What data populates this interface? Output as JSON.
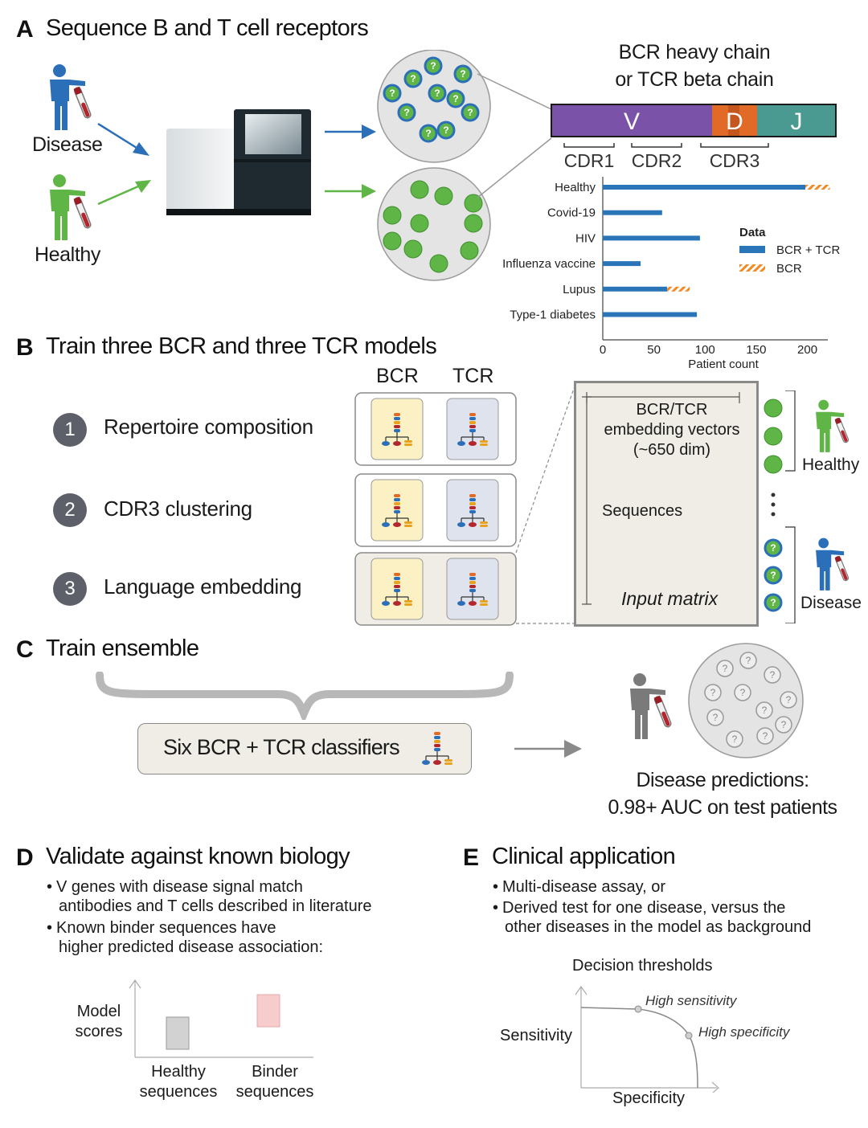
{
  "section_a": {
    "letter": "A",
    "title": "Sequence B and T cell receptors",
    "disease_label": "Disease",
    "healthy_label": "Healthy",
    "chain_title_line1": "BCR heavy chain",
    "chain_title_line2": "or TCR beta chain",
    "segments": [
      "V",
      "D",
      "J"
    ],
    "cdr_labels": [
      "CDR1",
      "CDR2",
      "CDR3"
    ],
    "disease_cell_mark": "?"
  },
  "colors": {
    "v_segment": "#7a52a8",
    "d_segment": "#e06a26",
    "j_segment": "#4b9a91",
    "bar_bcr_tcr": "#2a75b8",
    "bar_bcr": "#f08a24",
    "healthy_green": "#5fb546",
    "disease_blue": "#2a6fb8",
    "model_yellow": "#fbf1c4",
    "model_lavender": "#dfe3ee"
  },
  "chart_data": {
    "type": "bar",
    "orientation": "horizontal",
    "stacked": true,
    "categories": [
      "Healthy",
      "Covid-19",
      "HIV",
      "Influenza vaccine",
      "Lupus",
      "Type-1 diabetes"
    ],
    "series": [
      {
        "name": "BCR + TCR",
        "values": [
          198,
          58,
          95,
          37,
          63,
          92
        ]
      },
      {
        "name": "BCR",
        "values": [
          24,
          0,
          0,
          0,
          22,
          0
        ]
      }
    ],
    "xlabel": "Patient count",
    "ylabel": "",
    "xlim": [
      0,
      220
    ],
    "xticks": [
      0,
      50,
      100,
      150,
      200
    ],
    "legend_title": "Data",
    "legend_placement": "right",
    "grid": false
  },
  "section_b": {
    "letter": "B",
    "title": "Train three BCR and three TCR models",
    "col_bcr": "BCR",
    "col_tcr": "TCR",
    "models": [
      {
        "num": "1",
        "label": "Repertoire composition"
      },
      {
        "num": "2",
        "label": "CDR3 clustering"
      },
      {
        "num": "3",
        "label": "Language embedding"
      }
    ],
    "matrix_line1": "BCR/TCR",
    "matrix_line2": "embedding vectors",
    "matrix_line3": "(~650 dim)",
    "matrix_sequences": "Sequences",
    "matrix_caption": "Input matrix",
    "healthy_label": "Healthy",
    "disease_label": "Disease"
  },
  "section_c": {
    "letter": "C",
    "title": "Train ensemble",
    "classifier_label": "Six BCR + TCR classifiers",
    "prediction_line1": "Disease predictions:",
    "prediction_line2": "0.98+ AUC on test patients"
  },
  "section_d": {
    "letter": "D",
    "title": "Validate against known biology",
    "bullet1_line1": "V genes with disease signal match",
    "bullet1_line2": "antibodies and T cells described in literature",
    "bullet2_line1": "Known binder sequences have",
    "bullet2_line2": "higher predicted disease association:",
    "y_label_line1": "Model",
    "y_label_line2": "scores",
    "bar1_line1": "Healthy",
    "bar1_line2": "sequences",
    "bar2_line1": "Binder",
    "bar2_line2": "sequences"
  },
  "section_e": {
    "letter": "E",
    "title": "Clinical application",
    "bullet1": "Multi-disease assay, or",
    "bullet2_line1": "Derived test for one disease, versus the",
    "bullet2_line2": "other diseases in the model as background",
    "plot_title": "Decision thresholds",
    "y_label": "Sensitivity",
    "x_label": "Specificity",
    "point1_label": "High sensitivity",
    "point2_label": "High specificity"
  }
}
